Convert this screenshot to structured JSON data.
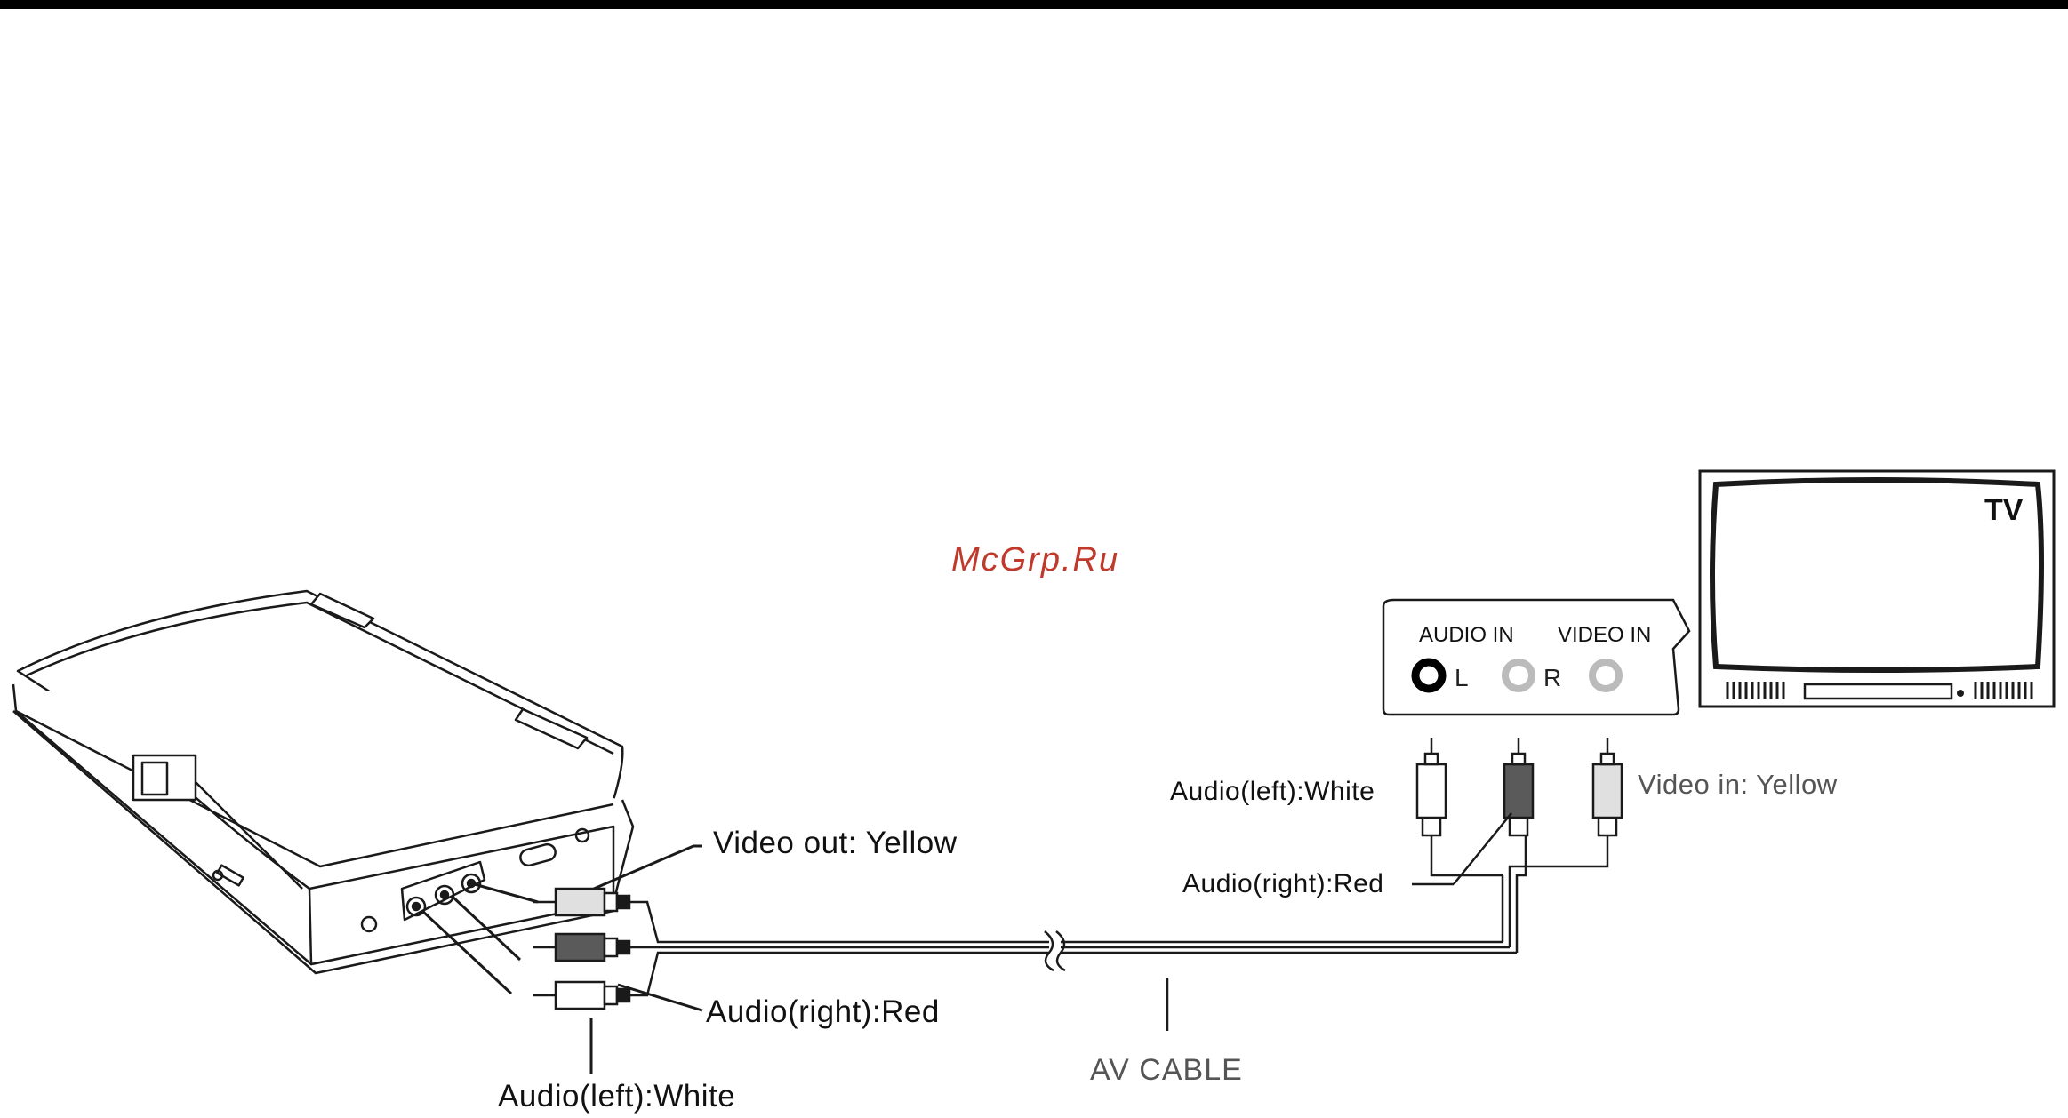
{
  "watermark": "McGrp.Ru",
  "device_labels": {
    "video_out": "Video out: Yellow",
    "audio_right": "Audio(right):Red",
    "audio_left": "Audio(left):White"
  },
  "cable_label": "AV CABLE",
  "tv": {
    "label": "TV",
    "audio_in": "AUDIO IN",
    "video_in": "VIDEO IN",
    "jack_l": "L",
    "jack_r": "R"
  },
  "tv_side_labels": {
    "audio_left": "Audio(left):White",
    "audio_right": "Audio(right):Red",
    "video_in": "Video in: Yellow"
  },
  "colors": {
    "watermark": "#c0392b",
    "line": "#1a1a1a",
    "plug_white": "#ffffff",
    "plug_red": "#5a5a5a",
    "plug_yellow": "#e0e0e0"
  }
}
